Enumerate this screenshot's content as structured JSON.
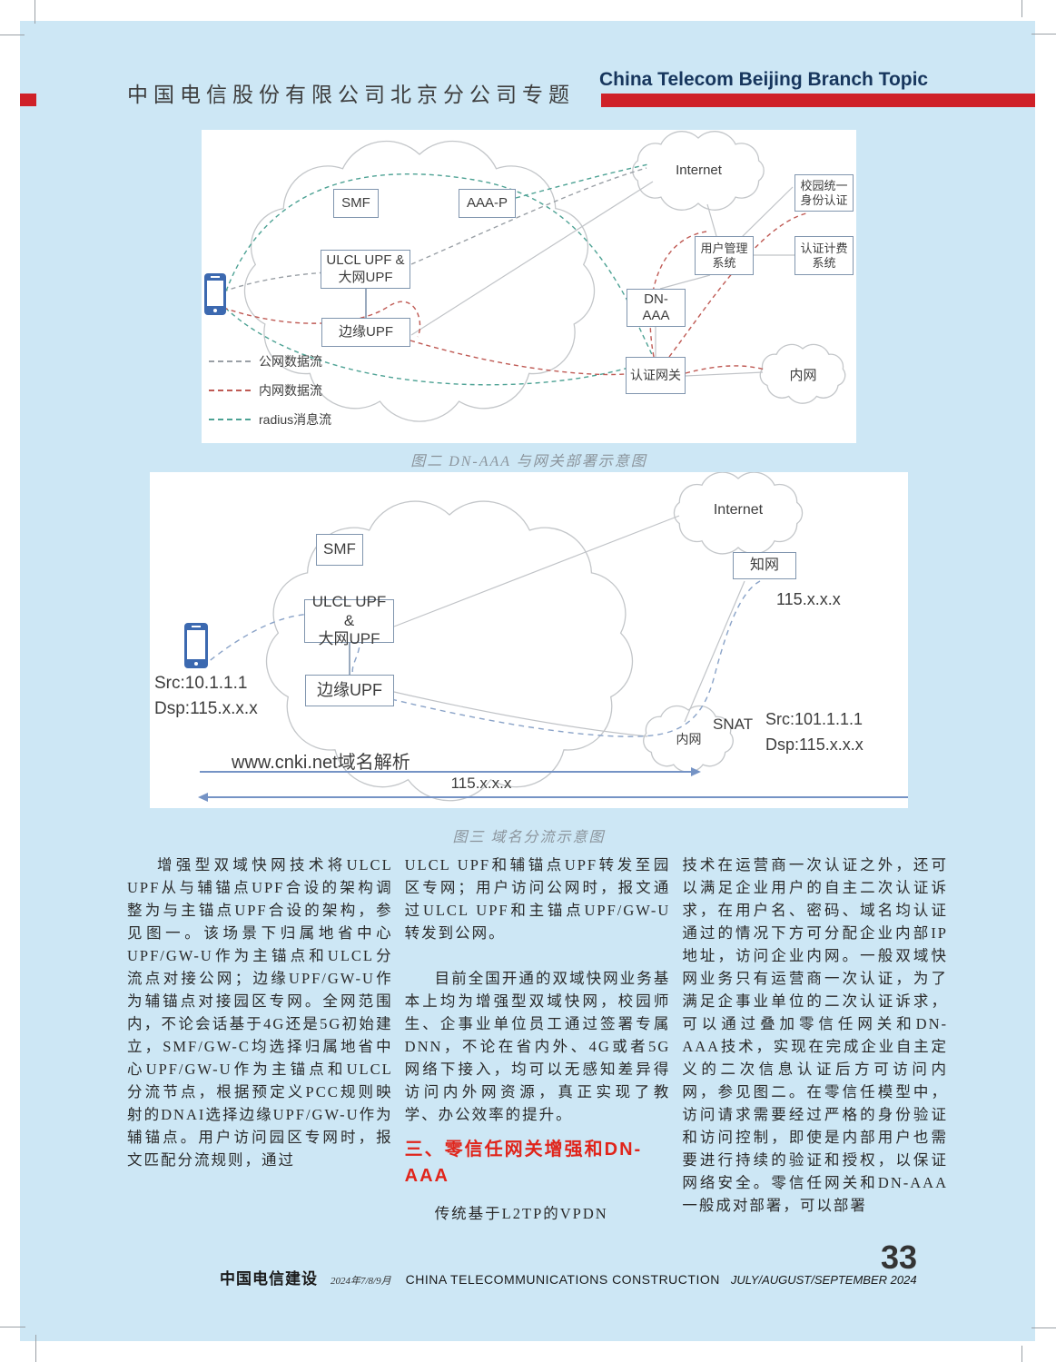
{
  "header": {
    "title_zh": "中国电信股份有限公司北京分公司专题",
    "title_en": "China Telecom Beijing Branch Topic"
  },
  "figure2": {
    "caption": "图二 DN-AAA 与网关部署示意图",
    "nodes": {
      "smf": "SMF",
      "aaap": "AAA-P",
      "ulcl_line1": "ULCL UPF &",
      "ulcl_line2": "大网UPF",
      "edge_upf": "边缘UPF",
      "internet": "Internet",
      "campus_line1": "校园统一",
      "campus_line2": "身份认证",
      "user_mgmt_line1": "用户管理",
      "user_mgmt_line2": "系统",
      "billing_line1": "认证计费",
      "billing_line2": "系统",
      "dn_aaa_line1": "DN-",
      "dn_aaa_line2": "AAA",
      "auth_gateway": "认证网关",
      "intranet": "内网"
    },
    "legend": [
      {
        "label": "公网数据流",
        "color": "#9aa0a6"
      },
      {
        "label": "内网数据流",
        "color": "#bf5a54"
      },
      {
        "label": "radius消息流",
        "color": "#4da294"
      }
    ]
  },
  "figure3": {
    "caption": "图三 域名分流示意图",
    "nodes": {
      "smf": "SMF",
      "ulcl_line1": "ULCL UPF &",
      "ulcl_line2": "大网UPF",
      "edge_upf": "边缘UPF",
      "internet": "Internet",
      "zhiwang": "知网",
      "intranet": "内网"
    },
    "labels": {
      "ue_src": "Src:10.1.1.1",
      "ue_dsp": "Dsp:115.x.x.x",
      "ip_right": "115.x.x.x",
      "snat": "SNAT",
      "nat_src": "Src:101.1.1.1",
      "nat_dsp": "Dsp:115.x.x.x",
      "dns_resolve": "www.cnki.net域名解析",
      "ip_bottom": "115.x.x.x"
    }
  },
  "article": {
    "col1_p1": "增强型双域快网技术将ULCL UPF从与辅锚点UPF合设的架构调整为与主锚点UPF合设的架构，参见图一。该场景下归属地省中心UPF/GW-U作为主锚点和ULCL分流点对接公网；边缘UPF/GW-U作为辅锚点对接园区专网。全网范围内，不论会话基于4G还是5G初始建立，SMF/GW-C均选择归属地省中心UPF/GW-U作为主锚点和ULCL分流节点，根据预定义PCC规则映射的DNAI选择边缘UPF/GW-U作为辅锚点。用户访问园区专网时，报文匹配分流规则，通过",
    "col2_p1": "ULCL UPF和辅锚点UPF转发至园区专网；用户访问公网时，报文通过ULCL UPF和主锚点UPF/GW-U转发到公网。",
    "col2_p2": "目前全国开通的双域快网业务基本上均为增强型双域快网，校园师生、企事业单位员工通过签署专属DNN，不论在省内外、4G或者5G网络下接入，均可以无感知差异得访问内外网资源，真正实现了教学、办公效率的提升。",
    "heading": "三、零信任网关增强和DN-AAA",
    "col2_p3": "传统基于L2TP的VPDN",
    "col3_p1": "技术在运营商一次认证之外，还可以满足企业用户的自主二次认证诉求，在用户名、密码、域名均认证通过的情况下方可分配企业内部IP地址，访问企业内网。一般双域快网业务只有运营商一次认证，为了满足企事业单位的二次认证诉求，可以通过叠加零信任网关和DN-AAA技术，实现在完成企业自主定义的二次信息认证后方可访问内网，参见图二。在零信任模型中，访问请求需要经过严格的身份验证和访问控制，即使是内部用户也需要进行持续的验证和授权，以保证网络安全。零信任网关和DN-AAA一般成对部署，可以部署"
  },
  "footer": {
    "journal_zh": "中国电信建设",
    "date_zh": "2024年7/8/9月",
    "journal_en": "CHINA TELECOMMUNICATIONS CONSTRUCTION",
    "date_en": "JULY/AUGUST/SEPTEMBER 2024",
    "page_number": "33"
  },
  "colors": {
    "page_background": "#cde7f5",
    "accent_red": "#cf2128",
    "heading_red": "#e0251b",
    "title_blue": "#17365d",
    "dash_public_flow": "#9aa0a6",
    "dash_intranet_flow": "#bf5a54",
    "dash_radius_flow": "#4da294",
    "dash_ue_flow": "#8aa3c8",
    "diagram_box_border": "#8095ae"
  }
}
